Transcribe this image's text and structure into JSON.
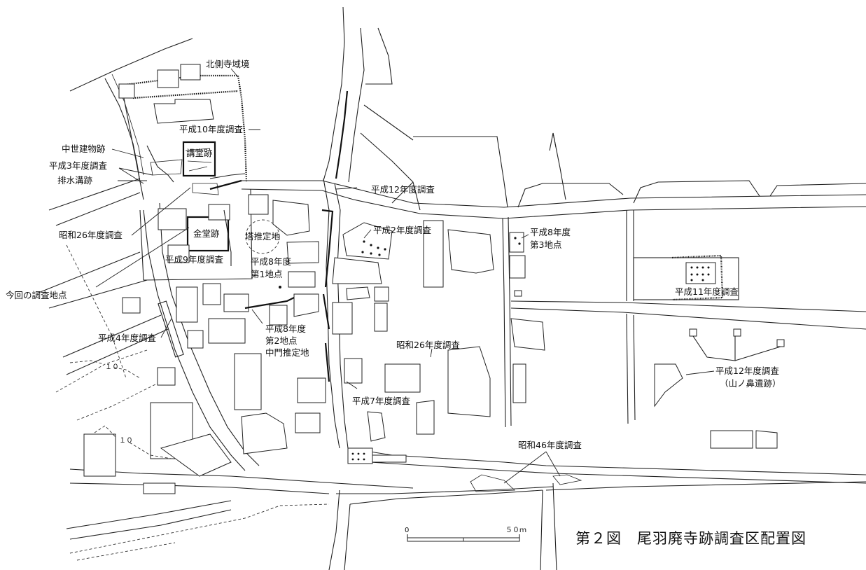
{
  "title": "第２図　尾羽廃寺跡調査区配置図",
  "scale_bar": {
    "start": "0",
    "end": "５０ｍ"
  },
  "contours": [
    "１０",
    "１０"
  ],
  "labels": {
    "north_boundary": "北側寺域境",
    "h10": "平成10年度調査",
    "medieval": "中世建物跡",
    "kodo": "講堂跡",
    "h3": "平成3年度調査",
    "drain": "排水溝跡",
    "h12a": "平成12年度調査",
    "s26a": "昭和26年度調査",
    "kondo": "金堂跡",
    "tower": "塔推定地",
    "h2": "平成2年度調査",
    "h8_3a": "平成8年度",
    "h8_3b": "第3地点",
    "h9": "平成9年度調査",
    "h8_1a": "平成8年度",
    "h8_1b": "第1地点",
    "h11": "平成11年度調査",
    "current": "今回の調査地点",
    "h8_2a": "平成8年度",
    "h8_2b": "第2地点",
    "h8_2c": "中門推定地",
    "h4": "平成4年度調査",
    "s26b": "昭和26年度調査",
    "h12b_a": "平成12年度調査",
    "h12b_b": "（山ノ鼻遺跡）",
    "h7": "平成7年度調査",
    "s46": "昭和46年度調査"
  }
}
